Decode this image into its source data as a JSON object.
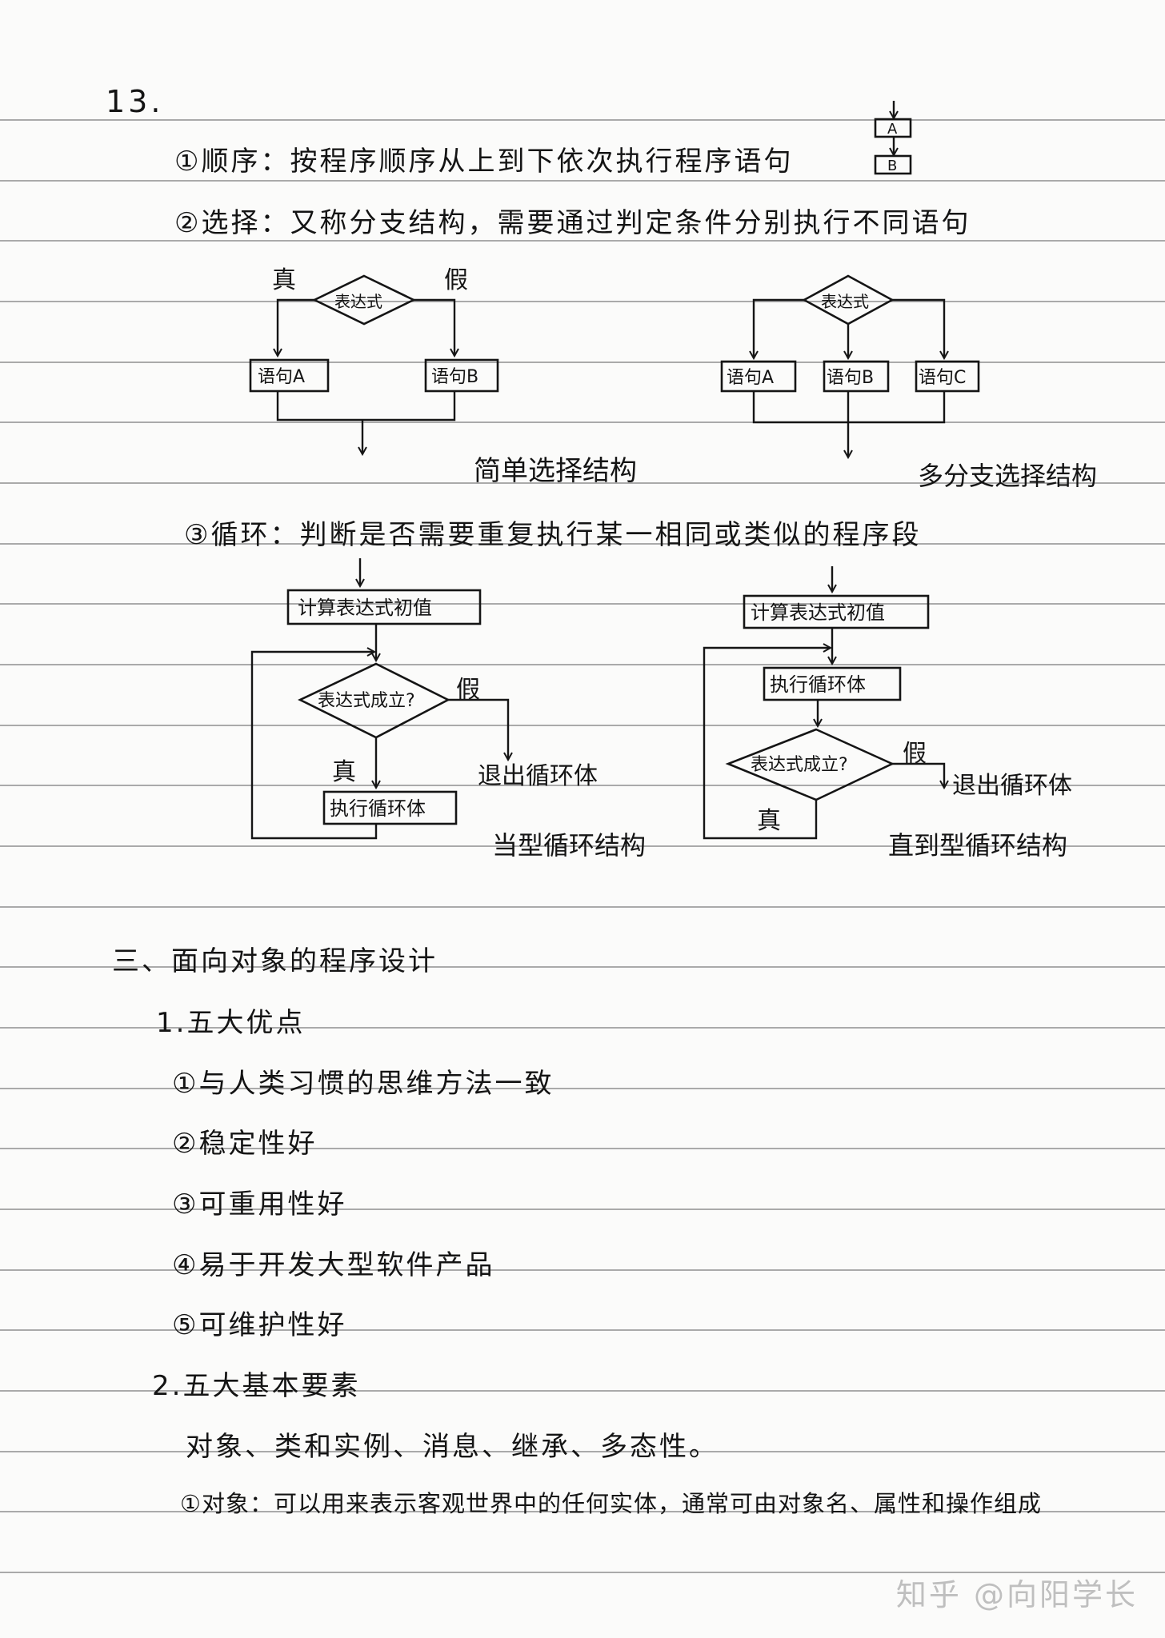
{
  "page_number": "13.",
  "mini_diagram": {
    "top_label": "A",
    "bottom_label": "B"
  },
  "structure": {
    "sequence_text": "①顺序：按程序顺序从上到下依次执行程序语句",
    "selection_text": "②选择：又称分支结构，需要通过判定条件分别执行不同语句",
    "loop_text": "③循环：判断是否需要重复执行某一相同或类似的程序段"
  },
  "simple_selection": {
    "true_label": "真",
    "false_label": "假",
    "condition": "表达式",
    "stmt_a": "语句A",
    "stmt_b": "语句B",
    "caption": "简单选择结构"
  },
  "multi_selection": {
    "condition": "表达式",
    "stmt_a": "语句A",
    "stmt_b": "语句B",
    "stmt_c": "语句C",
    "caption": "多分支选择结构"
  },
  "while_loop": {
    "init": "计算表达式初值",
    "condition": "表达式成立?",
    "false_label": "假",
    "exit": "退出循环体",
    "true_label": "真",
    "body": "执行循环体",
    "caption": "当型循环结构"
  },
  "until_loop": {
    "init": "计算表达式初值",
    "body": "执行循环体",
    "condition": "表达式成立?",
    "false_label": "假",
    "exit": "退出循环体",
    "true_label": "真",
    "caption": "直到型循环结构"
  },
  "oop": {
    "section_title": "三、面向对象的程序设计",
    "advantages_title": "1.五大优点",
    "advantages": [
      "①与人类习惯的思维方法一致",
      "②稳定性好",
      "③可重用性好",
      "④易于开发大型软件产品",
      "⑤可维护性好"
    ],
    "elements_title": "2.五大基本要素",
    "elements_list": "对象、类和实例、消息、继承、多态性。",
    "object_def": "①对象：可以用来表示客观世界中的任何实体，通常可由对象名、属性和操作组成"
  },
  "watermark": "知乎 @向阳学长"
}
